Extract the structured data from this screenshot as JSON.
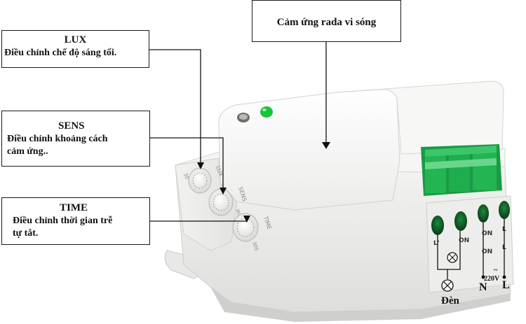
{
  "callouts": {
    "lux": {
      "title": "LUX",
      "desc": "Điều chỉnh chế độ sáng tối."
    },
    "sens": {
      "title": "SENS",
      "desc_line1": "Điều chỉnh khoảng cách",
      "desc_line2": "cảm ứng.."
    },
    "time": {
      "title": "TIME",
      "desc_line1": "Điều chỉnh thời gian trễ",
      "desc_line2": "tự tắt."
    },
    "radar": {
      "title": "Cảm ứng rada vi sóng"
    }
  },
  "device": {
    "dial_labels": {
      "lux": [
        "LUX",
        "30"
      ],
      "sens": [
        "SENS",
        "Min"
      ],
      "time": [
        "TIME",
        "30S"
      ]
    },
    "terminal_labels": [
      "ON",
      "L'",
      "ON",
      "ON",
      "L",
      "L"
    ]
  },
  "wiring": {
    "lamp_label": "Đèn",
    "neutral_label": "N",
    "live_label": "L",
    "voltage_label": "220V",
    "ac_symbol": "~"
  },
  "colors": {
    "housing": "#f2f2f0",
    "connector_green": "#1fae4e",
    "led_green": "#17c43a",
    "outline": "#1a1a1a"
  }
}
